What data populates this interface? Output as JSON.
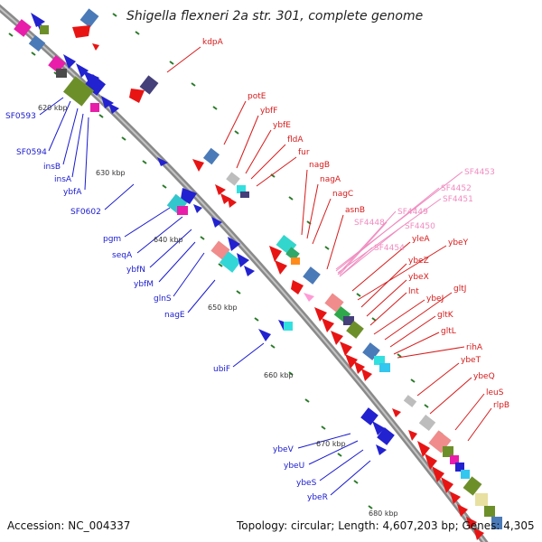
{
  "title": "Shigella flexneri 2a str. 301, complete genome",
  "accession": "Accession: NC_004337",
  "topology": "Topology: circular; Length: 4,607,203 bp; Genes: 4,305",
  "colors": {
    "forward_label": "#d71a1a",
    "reverse_label": "#1a1ad0",
    "faded_label": "#f08cc0",
    "backbone": "#8a8a8a",
    "tick": "#2a7a2a"
  },
  "ticks": [
    "620 kbp",
    "630 kbp",
    "640 kbp",
    "650 kbp",
    "660 kbp",
    "670 kbp",
    "680 kbp"
  ],
  "genes_reverse": [
    "SF0593",
    "SF0594",
    "insB",
    "insA",
    "ybfA",
    "SF0602",
    "pgm",
    "seqA",
    "ybfN",
    "ybfM",
    "glnS",
    "nagE",
    "ubiF",
    "ybeV",
    "ybeU",
    "ybeS",
    "ybeR"
  ],
  "genes_forward": [
    "kdpA",
    "potE",
    "ybfF",
    "ybfE",
    "fldA",
    "fur",
    "nagB",
    "nagA",
    "nagC",
    "asnB",
    "yleA",
    "ybeY",
    "ybeZ",
    "ybeX",
    "lnt",
    "ybeJ",
    "gltJ",
    "gltK",
    "gltL",
    "rihA",
    "ybeT",
    "ybeQ",
    "leuS",
    "rlpB"
  ],
  "genes_faded": [
    "SF4453",
    "SF4452",
    "SF4451",
    "SF4449",
    "SF4448",
    "SF4450",
    "SF4454"
  ]
}
